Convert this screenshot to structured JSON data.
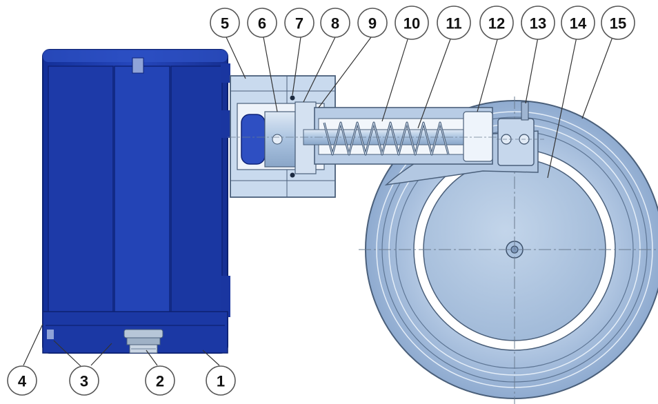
{
  "colors": {
    "housing": "#1f3fb0",
    "housing_dark": "#102a85",
    "housing_light": "#3457cc",
    "steel": "#a9c4e2",
    "steel_dark": "#7f9cc2",
    "steel_light": "#d6e4f2",
    "section": "#c8d9ec",
    "outline": "#4a5f7a",
    "centerline": "#6b7c90"
  },
  "callouts": [
    {
      "label": "1"
    },
    {
      "label": "2"
    },
    {
      "label": "3"
    },
    {
      "label": "4"
    },
    {
      "label": "5"
    },
    {
      "label": "6"
    },
    {
      "label": "7"
    },
    {
      "label": "8"
    },
    {
      "label": "9"
    },
    {
      "label": "10"
    },
    {
      "label": "11"
    },
    {
      "label": "12"
    },
    {
      "label": "13"
    },
    {
      "label": "14"
    },
    {
      "label": "15"
    }
  ]
}
